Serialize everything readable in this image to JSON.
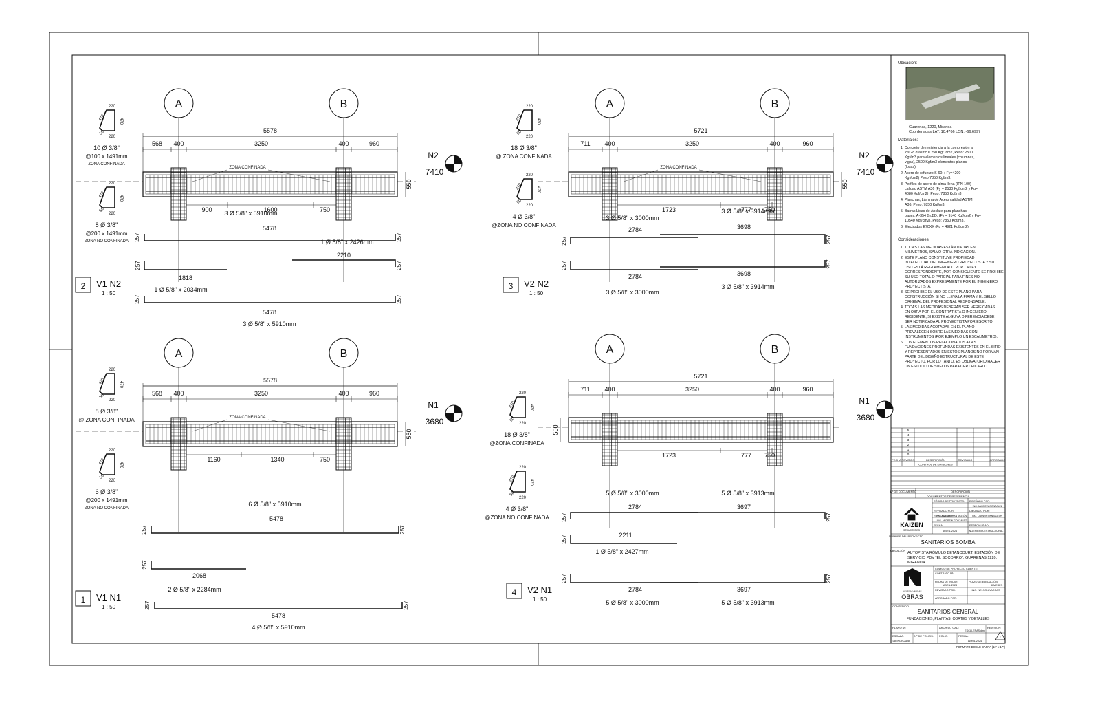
{
  "panels": [
    {
      "id": "p2",
      "number": "2",
      "title": "V1 N2",
      "scale": "1 : 50",
      "gridA": "A",
      "gridB": "B",
      "level": "N2",
      "level_value": "7410",
      "overall_dim": "5578",
      "dims_top": [
        "568",
        "400",
        "3250",
        "400",
        "960"
      ],
      "dims_inner": [
        "900",
        "1600",
        "750"
      ],
      "zona": "ZONA CONFINADA",
      "depth": "550",
      "stirrup1": {
        "qty": "10 Ø 3/8\"",
        "spacing": "@100 x 1491mm",
        "zone": "ZONA CONFINADA",
        "d1": "220",
        "d2": "470",
        "d3": "470",
        "d4": "220",
        "hook": "50"
      },
      "stirrup2": {
        "qty": "8 Ø 3/8\"",
        "spacing": "@200 x 1491mm",
        "zone": "ZONA NO CONFINADA",
        "d1": "220",
        "d2": "470",
        "d3": "470",
        "d4": "220",
        "hook": "50"
      },
      "top_bar_label": "3 Ø 5/8\" x 5910mm",
      "bars": [
        {
          "len": "5478",
          "hook": "257",
          "label": "1 Ø 5/8\" x 2426mm"
        },
        {
          "len_a": "1818",
          "len_b": "2210",
          "hook": "257",
          "label": "1 Ø 5/8\" x 2034mm"
        },
        {
          "len": "5478",
          "hook": "257",
          "label": "3 Ø 5/8\" x 5910mm"
        }
      ]
    },
    {
      "id": "p3",
      "number": "3",
      "title": "V2 N2",
      "scale": "1 : 50",
      "gridA": "A",
      "gridB": "B",
      "level": "N2",
      "level_value": "7410",
      "overall_dim": "5721",
      "dims_top": [
        "711",
        "400",
        "3250",
        "400",
        "960"
      ],
      "dims_inner": [
        "1723",
        "777",
        "750"
      ],
      "zona": "ZONA CONFINADA",
      "depth": "550",
      "stirrup1": {
        "qty": "18 Ø 3/8\"",
        "spacing": "@ ZONA CONFINADA",
        "zone": "",
        "d1": "220",
        "d2": "470",
        "d3": "470",
        "d4": "220",
        "hook": "50"
      },
      "stirrup2": {
        "qty": "4 Ø 3/8\"",
        "spacing": "@ZONA NO CONFINADA",
        "zone": "",
        "d1": "220",
        "d2": "470",
        "d3": "470",
        "d4": "220",
        "hook": "50"
      },
      "labels": [
        "3 Ø 5/8\" x 3000mm",
        "3 Ø 5/8\" x 3914mm"
      ],
      "bars": [
        {
          "len_a": "2784",
          "len_b": "3698",
          "hook": "257"
        },
        {
          "len_a": "2784",
          "len_b": "3698",
          "hook": "257",
          "label_a": "3 Ø 5/8\" x 3000mm",
          "label_b": "3 Ø 5/8\" x 3914mm"
        }
      ]
    },
    {
      "id": "p1",
      "number": "1",
      "title": "V1 N1",
      "scale": "1 : 50",
      "gridA": "A",
      "gridB": "B",
      "level": "N1",
      "level_value": "3680",
      "overall_dim": "5578",
      "dims_top": [
        "568",
        "400",
        "3250",
        "400",
        "960"
      ],
      "dims_inner": [
        "1160",
        "1340",
        "750"
      ],
      "zona": "ZONA CONFINADA",
      "depth": "550",
      "stirrup1": {
        "qty": "8 Ø 3/8\"",
        "spacing": "@ ZONA CONFINADA",
        "zone": "",
        "d1": "220",
        "d2": "470",
        "d3": "470",
        "d4": "220",
        "hook": "50"
      },
      "stirrup2": {
        "qty": "6 Ø 3/8\"",
        "spacing": "@200 x 1491mm",
        "zone": "ZONA NO CONFINADA",
        "d1": "220",
        "d2": "470",
        "d3": "470",
        "d4": "220",
        "hook": "50"
      },
      "top_bar_label": "6 Ø 5/8\" x 5910mm",
      "bars": [
        {
          "len": "5478",
          "hook": "257"
        },
        {
          "len": "2068",
          "hook": "257",
          "label": "2 Ø 5/8\" x 2284mm"
        },
        {
          "len": "5478",
          "hook": "257",
          "label": "4 Ø 5/8\" x 5910mm"
        }
      ]
    },
    {
      "id": "p4",
      "number": "4",
      "title": "V2 N1",
      "scale": "1 : 50",
      "gridA": "A",
      "gridB": "B",
      "level": "N1",
      "level_value": "3680",
      "overall_dim": "5721",
      "dims_top": [
        "711",
        "400",
        "3250",
        "400",
        "960"
      ],
      "dims_inner": [
        "1723",
        "777",
        "750"
      ],
      "zona": "",
      "depth": "550",
      "stirrup1": {
        "qty": "18 Ø 3/8\"",
        "spacing": "@ZONA CONFINADA",
        "zone": "",
        "d1": "220",
        "d2": "470",
        "d3": "470",
        "d4": "220",
        "hook": "50"
      },
      "stirrup2": {
        "qty": "4 Ø 3/8\"",
        "spacing": "@ZONA NO CONFINADA",
        "zone": "",
        "d1": "220",
        "d2": "470",
        "d3": "470",
        "d4": "220",
        "hook": "50"
      },
      "labels": [
        "5 Ø 5/8\" x 3000mm",
        "5 Ø 5/8\" x 3913mm"
      ],
      "bars": [
        {
          "len_a": "2784",
          "len_b": "3697",
          "hook": "257"
        },
        {
          "len": "2211",
          "hook": "257",
          "label": "1 Ø 5/8\" x 2427mm"
        },
        {
          "len_a": "2784",
          "len_b": "3697",
          "hook": "257",
          "label_a": "5 Ø 5/8\" x 3000mm",
          "label_b": "5 Ø 5/8\" x 3913mm"
        }
      ]
    }
  ],
  "titleblock": {
    "ubicacion_label": "Ubicacion:",
    "location_line1": "Guarenas, 1220, Miranda",
    "location_line2": "Coordenadas LAT: 10.4766 LON: -66.6997",
    "materiales_label": "Materiales:",
    "materiales": [
      "1. Concreto de resistencia a la compresión a los 28 días f'c = 250 Kgf /cm2, Peso: 2500 Kgf/m3 para elementos lineales (columnas, vigas), 2500 Kgf/m3 elementos planos (losas).",
      "2. Acero de refuerzo S-60: ( Fy=4200 Kgf/cm2) Peso:7850 Kgf/m3.",
      "3. Perfiles de acero de alma llena (IPN 100) calidad ASTM A36 (Fy = 2530 Kgf/cm2 y Fu= 4080 Kgf/cm2). Peso: 7850 Kgf/m3.",
      "4. Planchas, Lámina de Acero calidad ASTM A36. Peso: 7850 Kgf/m3.",
      "5. Barras Lisas de Anclaje para planchas bases, A-354 Gr.BD. (Fy = 9140 Kgf/cm2 y Fu= 10540 Kgf/cm2). Peso: 7850 Kgf/m3.",
      "6. Electrodos E70XX (Fu = 4921 Kgf/cm2)."
    ],
    "consideraciones_label": "Consideraciones:",
    "consideraciones": [
      "1. TODAS LAS MEDIDAS ESTÁN DADAS EN MILIMETROS, SALVO OTRA INDICACIÓN.",
      "2. ESTE PLANO CONSTITUYE PROPIEDAD INTELECTUAL DEL INGENIERO PROYECTISTA Y SU USO ESTÁ REGLAMENTADO POR LA LEY CORRESPONDIENTE, POR CONSIGUIENTE SE PROHIBE SU USO TOTAL O PARCIAL PARA FINES NO AUTORIZADOS EXPRESAMENTE POR EL INGENIERO PROYECTISTA.",
      "3. SE PROHIBE EL USO DE ESTE PLANO PARA CONSTRUCCIÓN SI NO LLEVA LA FIRMA Y EL SELLO ORIGINAL DEL PROFESIONAL RESPONSABLE.",
      "4. TODAS LAS MEDIDAS DEBERÁN SER VERIFICADAS EN OBRA POR EL CONTRATISTA O INGENIERO RESIDENTE, SI EXISTE ALGUNA DIFERENCIA DEBE SER NOTIFICADA AL PROYECTISTA POR ESCRITO.",
      "5. LAS MEDIDAS ACOTADAS EN EL PLANO PREVALECEN SOBRE LAS MEDIDAS CON INSTRUMENTOS (POR EJEMPLO UN ESCALIMETRO).",
      "6. LOS ELEMENTOS RELACIONADOS A LAS FUNDACIONES PROFUNDAS EXISTENTES EN EL SITIO Y REPRESENTADOS EN ESTOS PLANOS NO FORMAN PARTE DEL DISEÑO ESTRUCTURAL DE ESTE PROYECTO, POR LO TANTO, ES OBLIGATORIO HACER UN ESTUDIO DE SUELOS PARA CERTIFICARLO."
    ],
    "rev_numbers": [
      "5",
      "4",
      "3",
      "2",
      "1",
      "0"
    ],
    "rev_headers": [
      "FECHA",
      "REVISIÓN",
      "DESCRIPCIÓN",
      "REVISADO",
      "APROBADO"
    ],
    "control_label": "CONTROL DE EMISIONES",
    "doc_headers": [
      "Nº DE DOCUMENTO",
      "DESCRIPCIÓN"
    ],
    "docs_ref_label": "DOCUMENTOS DE REFERENCIA",
    "codigo_proyecto": "CÓDIGO DE PROYECTO:",
    "disenado_por": "DISEÑADO POR:",
    "disenado_name": "ING. ANDREW GONZALEZ",
    "revisado_por": "REVISADO POR:",
    "revisado_name": "ING. DARWIN PANTALEÓN",
    "dibujado_por": "DIBUJADO POR:",
    "dibujado_name": "ING. DARWIN PANTALEÓN",
    "revisado_por2": "REVISADO POR:",
    "revisado_name2": "ING. ANDREW GONZALEZ",
    "fecha_label": "FECHA:",
    "fecha_value": "ABRIL 2024",
    "especialidad_label": "ESPECIALIDAD:",
    "especialidad_value": "INGENIERIA ESTRUCTURAL",
    "kaizen_name": "KAIZEN",
    "kaizen_sub": "STRUCTURES",
    "nombre_proyecto_label": "NOMBRE DEL PROYECTO",
    "project_name": "SANITARIOS BOMBA",
    "ubicacion2_label": "UBICACIÓN",
    "project_location": "AUTOPISTA RÓMULO BETANCOURT, ESTACIÓN DE SERVICIO PDV \"EL SOCORRO\", GUARENAS 1220, MIRANDA",
    "codigo_cliente": "CÓDIGO DE PROYECTO CLIENTE:",
    "contrato": "CONTRATO Nº:",
    "fecha_inicio": "FECHA DE INICIO:",
    "fecha_inicio_val": "ABRIL 2024",
    "plazo": "PLAZO DE EJECUCIÓN:",
    "plazo_val": "8 MESES",
    "revisado_por3": "REVISADO POR:",
    "revisado_name3": "ING. NELSON VARGAS",
    "aprobado_por": "APROBADO POR:",
    "obras_name": "OBRAS",
    "obras_sub": "NELSON VARGAS",
    "contenido_label": "CONTENIDO",
    "contenido_title": "SANITARIOS GENERAL",
    "contenido_sub": "FUNDACIONES, PLANTAS, CORTES Y DETALLES",
    "plano_label": "PLANO Nº:",
    "archivo_label": "ARCHIVO CAD:",
    "revision_label": "REVISION:",
    "escala_label": "ESCALA:",
    "escala_val": "LA INDICADA",
    "escala_valor_archivo": "ESCALERAS.dwg",
    "folios_label": "Nº DE FOLIOS:",
    "folio_label": "FOLIO:",
    "fecha2_label": "FECHA:",
    "fecha2_val": "ABRIL 2024",
    "formato": "FORMATO DOBLE CARTA (11\" x 17\")"
  }
}
